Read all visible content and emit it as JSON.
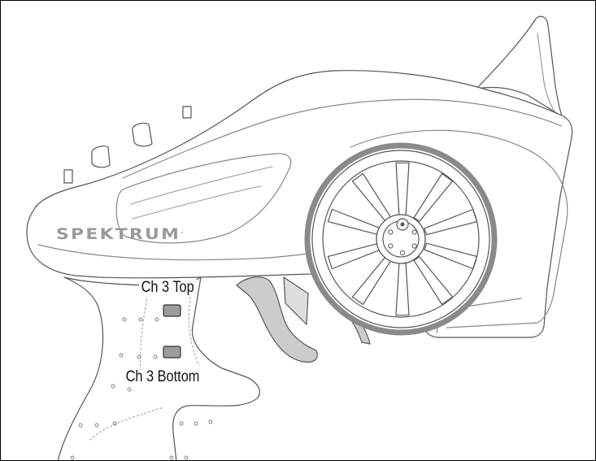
{
  "brand": {
    "logo_text": "SPEKTRUM",
    "mark": "."
  },
  "labels": {
    "ch3_top": "Ch 3 Top",
    "ch3_bottom": "Ch 3 Bottom"
  },
  "colors": {
    "outline": "#555555",
    "tire": "#8a8a8a",
    "button": "#9c9c9c",
    "brand": "#9a9a9a"
  }
}
